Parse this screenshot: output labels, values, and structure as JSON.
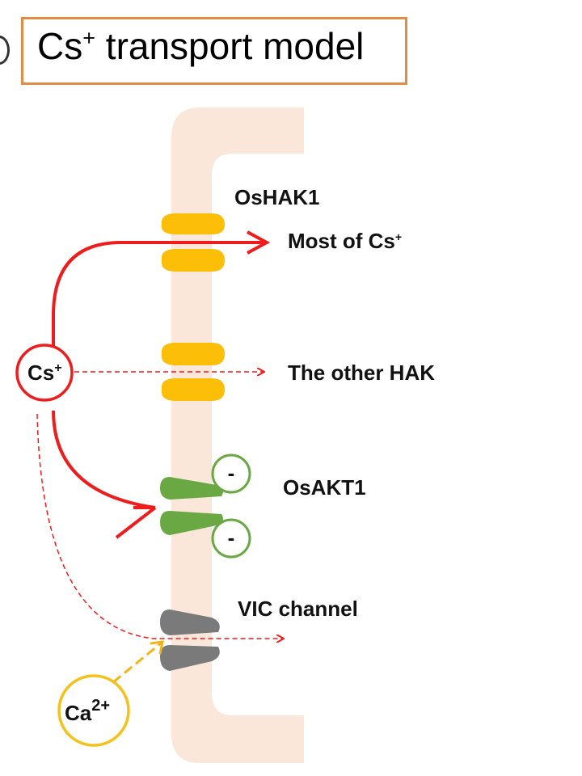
{
  "title": {
    "main": "Cs",
    "superscript": "+",
    "rest": " transport model",
    "border_color": "#e38a45"
  },
  "colors": {
    "membrane": "#fbe6da",
    "hak": "#fdbe08",
    "akt": "#6aa843",
    "vic": "#7a7a7a",
    "flux_arrow": "#ee1c1c",
    "ca_arrow": "#f3b41a"
  },
  "labels": {
    "oshak1": "OsHAK1",
    "most_of_cs_base": "Most of Cs",
    "most_of_cs_sup": "+",
    "other_hak": "The other HAK",
    "osakt1": "OsAKT1",
    "vic_channel": "VIC channel"
  },
  "ions": {
    "cs_base": "Cs",
    "cs_sup": "+",
    "ca_base": "Ca",
    "ca_sup": "2+",
    "charge_sign": "-"
  }
}
